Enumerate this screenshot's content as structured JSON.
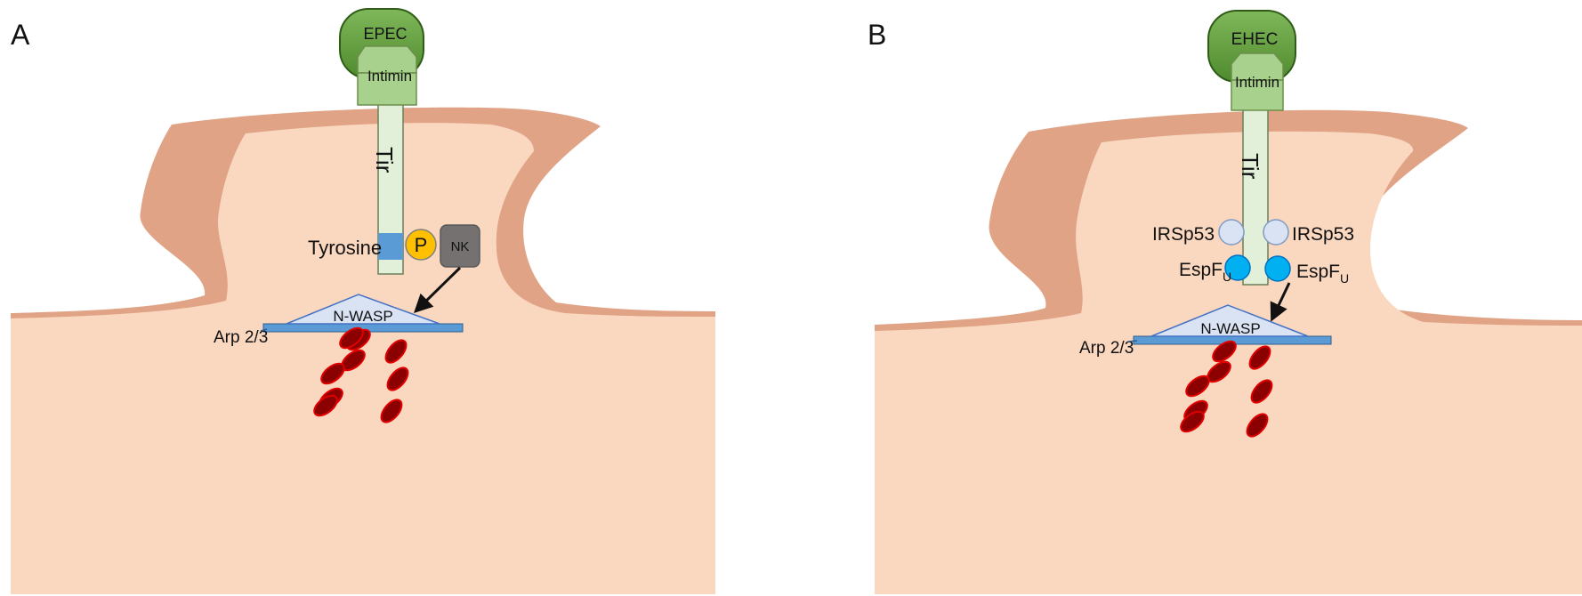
{
  "panels": [
    {
      "letter": "A",
      "bacterium": "EPEC",
      "adhesin": "Intimin",
      "receptor": "Tir",
      "residue": "Tyrosine",
      "phospho": "P",
      "kinase": "NK",
      "nucleator": "N-WASP",
      "complex": "Arp 2/3"
    },
    {
      "letter": "B",
      "bacterium": "EHEC",
      "adhesin": "Intimin",
      "receptor": "Tir",
      "adaptor_left": "IRSp53",
      "adaptor_right": "IRSp53",
      "effector_base": "EspF",
      "effector_sub": "U",
      "nucleator": "N-WASP",
      "complex": "Arp 2/3"
    }
  ],
  "colors": {
    "cytoplasm": "#fad7bf",
    "membrane": "#e0a385",
    "bacterium": "#5e9b3a",
    "intimin": "#a9d18e",
    "tir": "#e2efd9",
    "tyrosine": "#5b9bd5",
    "phospho": "#ffc000",
    "kinase": "#767171",
    "nwasp": "#dae3f3",
    "arp": "#5b9bd5",
    "irsp53": "#dae3f3",
    "espfu": "#00b0f0",
    "actin": "#8b0000",
    "actin_edge": "#e00000"
  }
}
